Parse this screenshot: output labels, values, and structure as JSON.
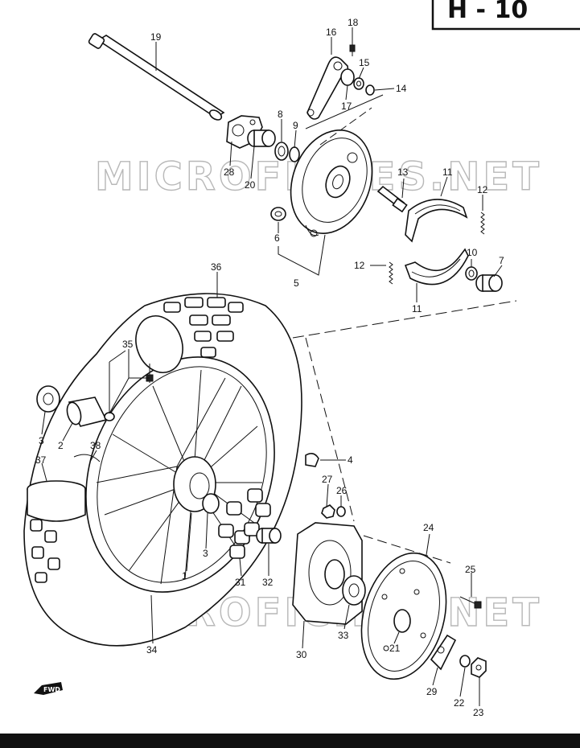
{
  "page_label": "H - 10",
  "watermark": "MICROFICHES.NET",
  "fwd_label": "FWD",
  "callouts": [
    {
      "id": "c19",
      "text": "19"
    },
    {
      "id": "c16",
      "text": "16"
    },
    {
      "id": "c18",
      "text": "18"
    },
    {
      "id": "c15",
      "text": "15"
    },
    {
      "id": "c14",
      "text": "14"
    },
    {
      "id": "c17",
      "text": "17"
    },
    {
      "id": "c8",
      "text": "8"
    },
    {
      "id": "c9",
      "text": "9"
    },
    {
      "id": "c28",
      "text": "28"
    },
    {
      "id": "c20",
      "text": "20"
    },
    {
      "id": "c13",
      "text": "13"
    },
    {
      "id": "c11a",
      "text": "11"
    },
    {
      "id": "c12a",
      "text": "12"
    },
    {
      "id": "c6",
      "text": "6"
    },
    {
      "id": "c5",
      "text": "5"
    },
    {
      "id": "c12b",
      "text": "12"
    },
    {
      "id": "c10",
      "text": "10"
    },
    {
      "id": "c7",
      "text": "7"
    },
    {
      "id": "c11b",
      "text": "11"
    },
    {
      "id": "c36",
      "text": "36"
    },
    {
      "id": "c35",
      "text": "35"
    },
    {
      "id": "c3a",
      "text": "3"
    },
    {
      "id": "c2",
      "text": "2"
    },
    {
      "id": "c38",
      "text": "38"
    },
    {
      "id": "c37",
      "text": "37"
    },
    {
      "id": "c4",
      "text": "4"
    },
    {
      "id": "c27",
      "text": "27"
    },
    {
      "id": "c26",
      "text": "26"
    },
    {
      "id": "c24",
      "text": "24"
    },
    {
      "id": "c3b",
      "text": "3"
    },
    {
      "id": "c1",
      "text": "1"
    },
    {
      "id": "c31",
      "text": "31"
    },
    {
      "id": "c32",
      "text": "32"
    },
    {
      "id": "c25",
      "text": "25"
    },
    {
      "id": "c30",
      "text": "30"
    },
    {
      "id": "c33",
      "text": "33"
    },
    {
      "id": "c21",
      "text": "21"
    },
    {
      "id": "c34",
      "text": "34"
    },
    {
      "id": "c29",
      "text": "29"
    },
    {
      "id": "c22",
      "text": "22"
    },
    {
      "id": "c23",
      "text": "23"
    }
  ]
}
